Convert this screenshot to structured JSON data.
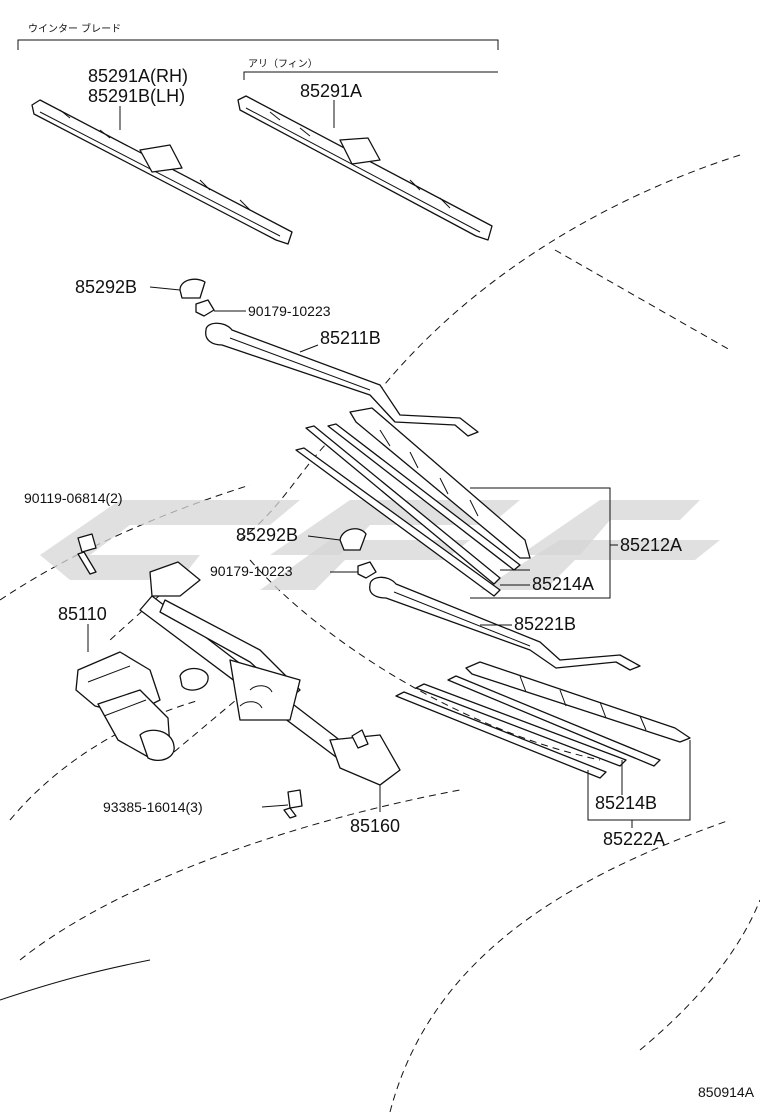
{
  "header": {
    "section_label": "ウインター ブレード",
    "option_label": "アリ（フィン）"
  },
  "parts": {
    "blade_winter_rh": "85291A(RH)",
    "blade_winter_lh": "85291B(LH)",
    "blade_winter_option": "85291A",
    "cap_b_top": "85292B",
    "nut_top": "90179-10223",
    "arm_rh": "85211B",
    "bolt": "90119-06814(2)",
    "cap_b_mid": "85292B",
    "nut_mid": "90179-10223",
    "motor": "85110",
    "blade_assy_a": "85212A",
    "insert_a": "85214A",
    "arm_lh": "85221B",
    "bolt_link": "93385-16014(3)",
    "link": "85160",
    "insert_b": "85214B",
    "blade_assy_b": "85222A"
  },
  "footer": {
    "diagram_code": "850914A"
  }
}
